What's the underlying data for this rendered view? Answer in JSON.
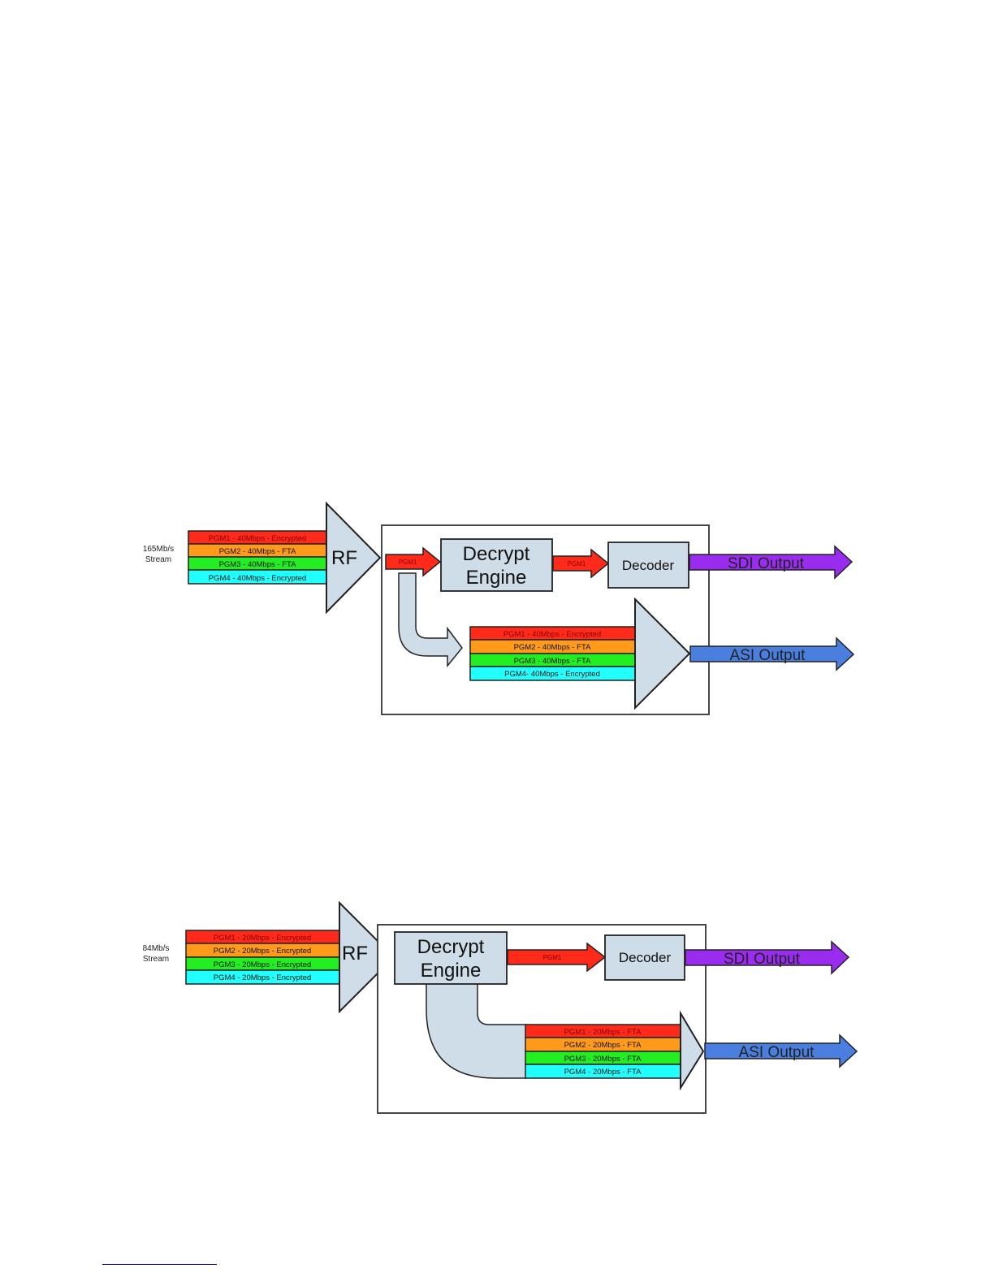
{
  "colors": {
    "pgm1": "#ff2a1a",
    "pgm2": "#ff9a1a",
    "pgm3": "#22ee22",
    "pgm4": "#22ffff",
    "box": "#cfdde8",
    "sdi": "#9a2cf0",
    "asi": "#4a7fe0",
    "outline": "#222222"
  },
  "diagram1": {
    "input_label_line1": "165Mb/s",
    "input_label_line2": "Stream",
    "input_streams": [
      "PGM1 - 40Mbps - Encrypted",
      "PGM2 - 40Mbps - FTA",
      "PGM3 - 40Mbps - FTA",
      "PGM4 - 40Mbps - Encrypted"
    ],
    "rf_label": "RF",
    "pgm_arrow_in": "PGM1",
    "decrypt_line1": "Decrypt",
    "decrypt_line2": "Engine",
    "pgm_arrow_mid": "PGM1",
    "decoder_label": "Decoder",
    "sdi_label": "SDI Output",
    "asi_streams": [
      "PGM1 - 40Mbps - Encrypted",
      "PGM2 - 40Mbps - FTA",
      "PGM3 - 40Mbps - FTA",
      "PGM4- 40Mbps - Encrypted"
    ],
    "asi_label": "ASI Output"
  },
  "diagram2": {
    "input_label_line1": "84Mb/s",
    "input_label_line2": "Stream",
    "input_streams": [
      "PGM1 - 20Mbps - Encrypted",
      "PGM2 - 20Mbps - Encrypted",
      "PGM3 - 20Mbps - Encrypted",
      "PGM4 - 20Mbps - Encrypted"
    ],
    "rf_label": "RF",
    "decrypt_line1": "Decrypt",
    "decrypt_line2": "Engine",
    "pgm_arrow_mid": "PGM1",
    "decoder_label": "Decoder",
    "sdi_label": "SDI Output",
    "asi_streams": [
      "PGM1 - 20Mbps - FTA",
      "PGM2 - 20Mbps - FTA",
      "PGM3 - 20Mbps - FTA",
      "PGM4 - 20Mbps - FTA"
    ],
    "asi_label": "ASI Output"
  }
}
